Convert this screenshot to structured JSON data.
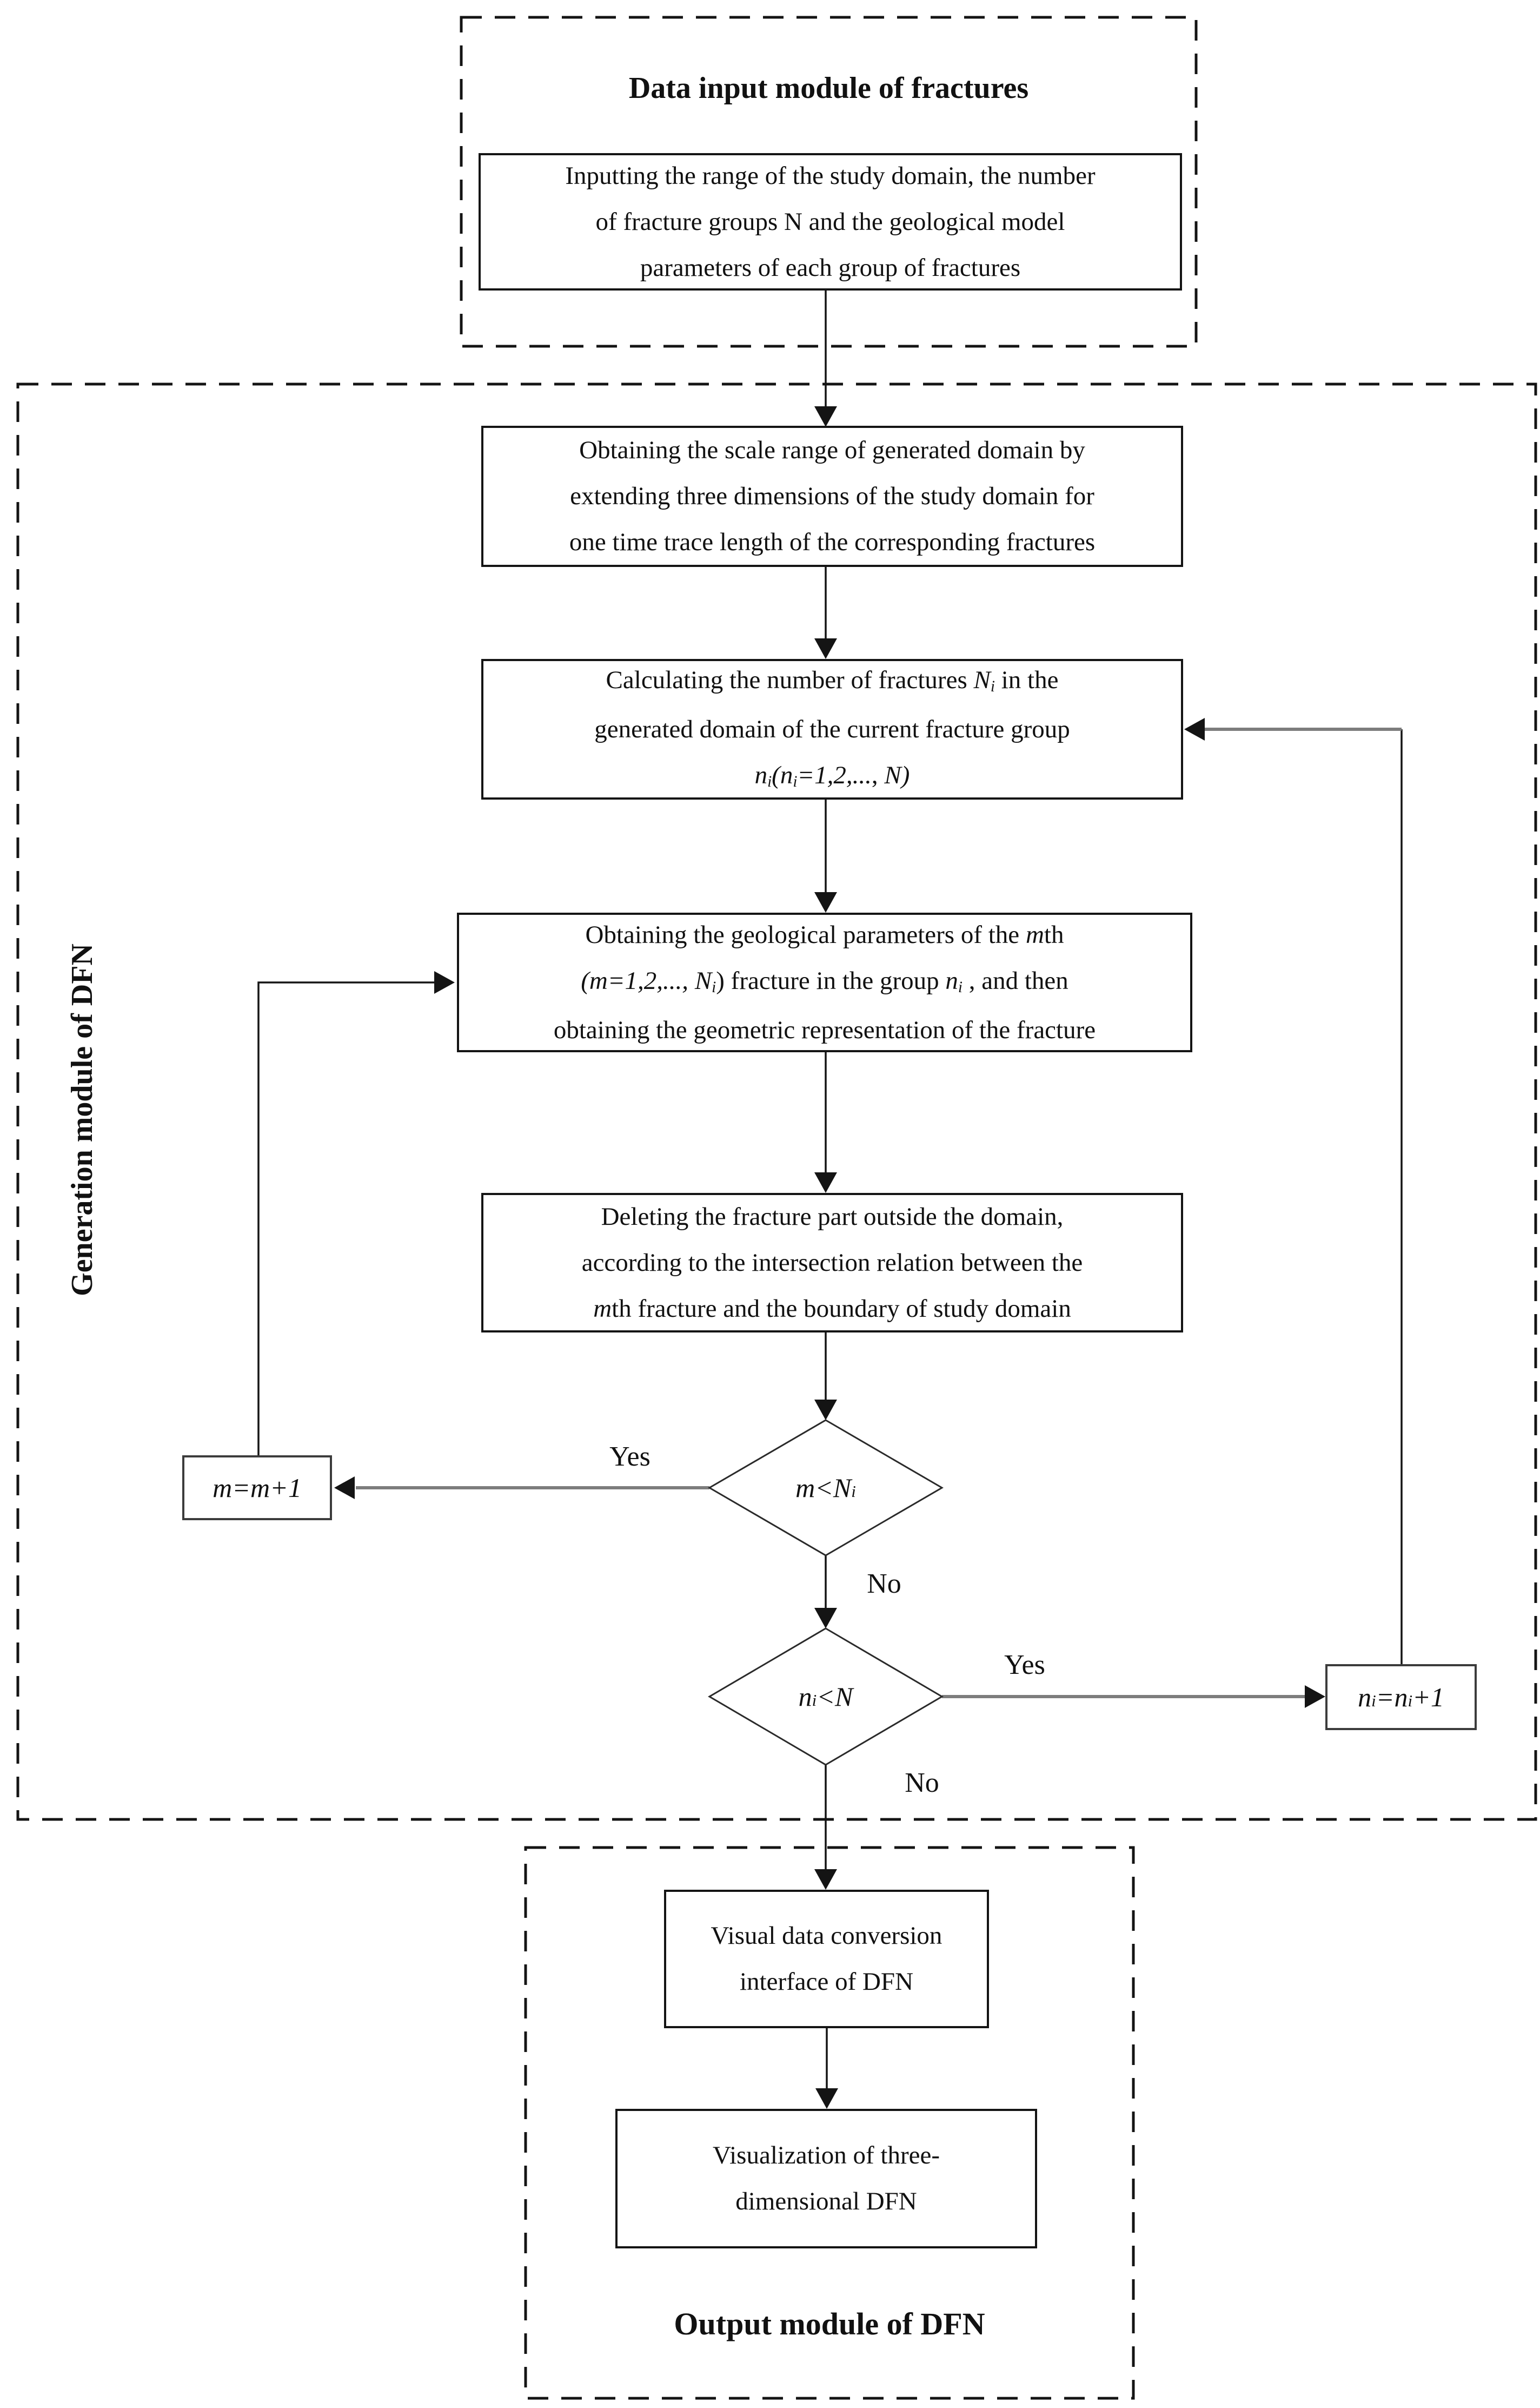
{
  "colors": {
    "ink": "#141414",
    "loop_gray": "#7d7d7d",
    "background": "#ffffff"
  },
  "input_module": {
    "title": "Data input module of fractures",
    "input_box": {
      "lines": [
        [
          {
            "t": "Inputting the range of the study domain, the number"
          }
        ],
        [
          {
            "t": "of fracture groups N and the geological model"
          }
        ],
        [
          {
            "t": "parameters of each group of fractures"
          }
        ]
      ]
    }
  },
  "generation_module": {
    "label": "Generation module of DFN",
    "scale_box": {
      "lines": [
        [
          {
            "t": "Obtaining the scale range of generated domain  by"
          }
        ],
        [
          {
            "t": "extending three dimensions of the study domain for"
          }
        ],
        [
          {
            "t": "one time trace length of the corresponding fractures"
          }
        ]
      ]
    },
    "count_box": {
      "lines": [
        [
          {
            "t": "Calculating the number of fractures "
          },
          {
            "t": "N",
            "st": "i"
          },
          {
            "t": "i",
            "st": "s"
          },
          {
            "t": " in the"
          }
        ],
        [
          {
            "t": "generated domain of the current fracture group"
          }
        ],
        [
          {
            "t": "n",
            "st": "i"
          },
          {
            "t": "i",
            "st": "s"
          },
          {
            "t": "(",
            "st": "i"
          },
          {
            "t": "n",
            "st": "i"
          },
          {
            "t": "i",
            "st": "s"
          },
          {
            "t": "=1,2,...",
            "st": "i"
          },
          {
            "t": ",  "
          },
          {
            "t": "N",
            "st": "i"
          },
          {
            "t": ")",
            "st": "i"
          }
        ]
      ]
    },
    "param_box": {
      "lines": [
        [
          {
            "t": "Obtaining the geological parameters of the "
          },
          {
            "t": "m",
            "st": "i"
          },
          {
            "t": "th"
          }
        ],
        [
          {
            "t": "(",
            "st": "i"
          },
          {
            "t": "m",
            "st": "i"
          },
          {
            "t": "=1,2,...,",
            "st": "i"
          },
          {
            "t": "  "
          },
          {
            "t": "N",
            "st": "i"
          },
          {
            "t": "i",
            "st": "s"
          },
          {
            "t": ") fracture in the group "
          },
          {
            "t": "n",
            "st": "i"
          },
          {
            "t": "i",
            "st": "s"
          },
          {
            "t": " , and then"
          }
        ],
        [
          {
            "t": "obtaining the geometric representation of the fracture"
          }
        ]
      ]
    },
    "delete_box": {
      "lines": [
        [
          {
            "t": "Deleting the fracture part outside the domain,"
          }
        ],
        [
          {
            "t": "according to the intersection relation between the"
          }
        ],
        [
          {
            "t": "m",
            "st": "i"
          },
          {
            "t": "th fracture and the boundary of study domain"
          }
        ]
      ]
    },
    "decision_m": {
      "label": [
        {
          "t": "m<N",
          "st": "i"
        },
        {
          "t": "i",
          "st": "s"
        }
      ],
      "yes": "Yes",
      "no": "No"
    },
    "decision_n": {
      "label": [
        {
          "t": "n",
          "st": "i"
        },
        {
          "t": "i",
          "st": "s"
        },
        {
          "t": "<N",
          "st": "i"
        }
      ],
      "yes": "Yes",
      "no": "No"
    },
    "increment_m_box": {
      "label": [
        {
          "t": "m=m+1",
          "st": "i"
        }
      ]
    },
    "increment_n_box": {
      "label": [
        {
          "t": "n",
          "st": "i"
        },
        {
          "t": "i",
          "st": "s"
        },
        {
          "t": "=n",
          "st": "i"
        },
        {
          "t": "i",
          "st": "s"
        },
        {
          "t": "+1",
          "st": "i"
        }
      ]
    }
  },
  "output_module": {
    "title": "Output module of DFN",
    "conversion_box": {
      "lines": [
        [
          {
            "t": "Visual data conversion"
          }
        ],
        [
          {
            "t": "interface of DFN"
          }
        ]
      ]
    },
    "visualization_box": {
      "lines": [
        [
          {
            "t": "Visualization of three-"
          }
        ],
        [
          {
            "t": "dimensional DFN"
          }
        ]
      ]
    }
  }
}
